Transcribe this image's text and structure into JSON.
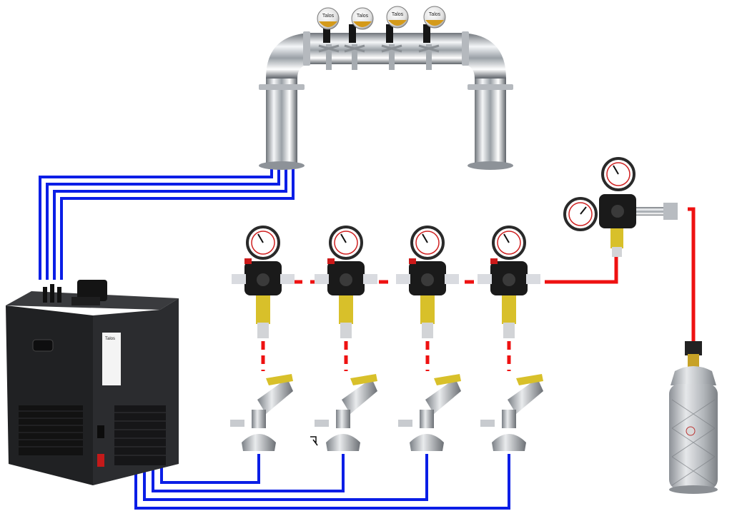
{
  "diagram": {
    "brand": "Talos",
    "tap_handles": [
      "Talos",
      "Talos",
      "Talos",
      "Talos"
    ],
    "regulator_count": 4,
    "coupler_count": 4,
    "line_colors": {
      "beer_line": "#0a1ee6",
      "gas_line": "#ee1111",
      "chrome": "#c9cdd3",
      "cooler_body": "#1c1c1e"
    },
    "components": [
      "tower-icon",
      "cooler-icon",
      "secondary-regulator-icon",
      "primary-regulator-icon",
      "keg-coupler-icon",
      "co2-cylinder-icon"
    ]
  }
}
